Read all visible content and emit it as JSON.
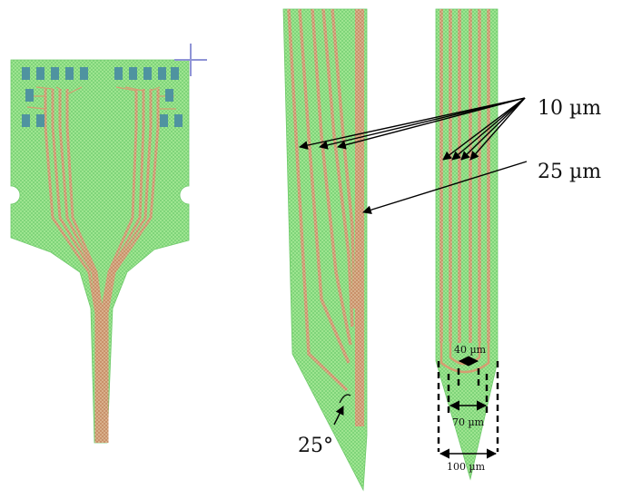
{
  "labels": {
    "trace_width": "10 µm",
    "trace_width_wide": "25 µm",
    "tip_angle": "25°",
    "pitch": "40 µm",
    "width_70": "70 µm",
    "width_100": "100 µm"
  },
  "colors": {
    "substrate": "#8fe08a",
    "substrate_light": "#b4ef9f",
    "trace": "#d8a57e",
    "pad": "#4f93a0",
    "fiducial": "#8f94d6",
    "arrow": "#000000"
  }
}
